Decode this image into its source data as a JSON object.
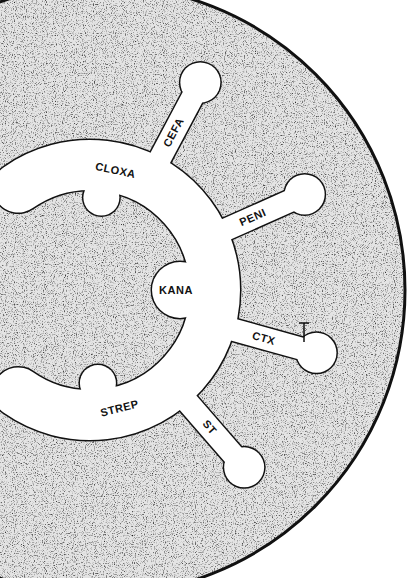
{
  "diagram": {
    "labels": [
      "CEFA",
      "CLOXA",
      "PENI",
      "KANA",
      "CTX",
      "STREP",
      "ST"
    ]
  }
}
